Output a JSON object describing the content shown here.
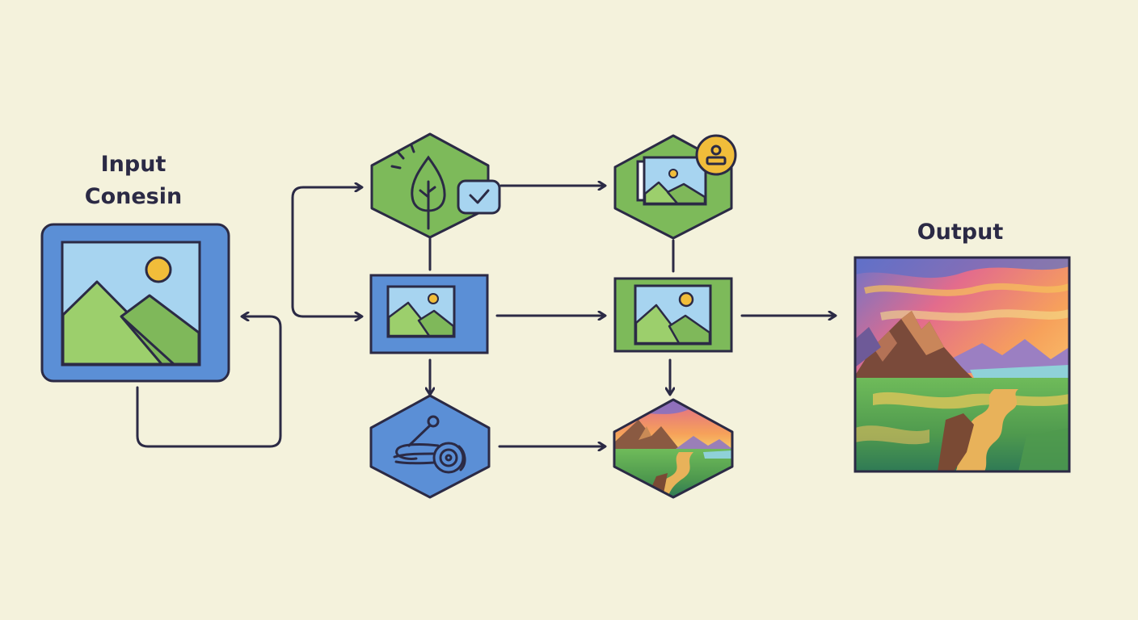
{
  "labels": {
    "input_line1": "Input",
    "input_line2": "Conesin",
    "output": "Output"
  },
  "colors": {
    "background": "#f4f2dc",
    "outline": "#2b2a45",
    "blue_fill": "#5b8fd6",
    "green_fill": "#7dba5a",
    "sky": "#a7d4f0",
    "hill_light": "#9ccf6c",
    "hill_dark": "#7fb85a",
    "sun": "#f1bd3a",
    "check_badge": "#a7d4f0"
  },
  "nodes": [
    {
      "name": "input-image-node",
      "shape": "rounded-square",
      "icon": "landscape-image-icon"
    },
    {
      "name": "tree-check-node",
      "shape": "hexagon",
      "icon": "tree-icon",
      "badge": "checkmark-icon"
    },
    {
      "name": "framed-image-node",
      "shape": "hexagon",
      "icon": "layered-images-icon",
      "badge": "user-badge-icon"
    },
    {
      "name": "image-node-blue",
      "shape": "square",
      "icon": "landscape-image-icon"
    },
    {
      "name": "image-node-green",
      "shape": "square",
      "icon": "landscape-image-icon"
    },
    {
      "name": "style-transfer-node",
      "shape": "hexagon",
      "icon": "swirl-motion-icon"
    },
    {
      "name": "painted-preview-node",
      "shape": "hexagon",
      "icon": "painted-landscape-icon"
    },
    {
      "name": "output-painting",
      "shape": "square",
      "icon": "painted-landscape-icon"
    }
  ]
}
